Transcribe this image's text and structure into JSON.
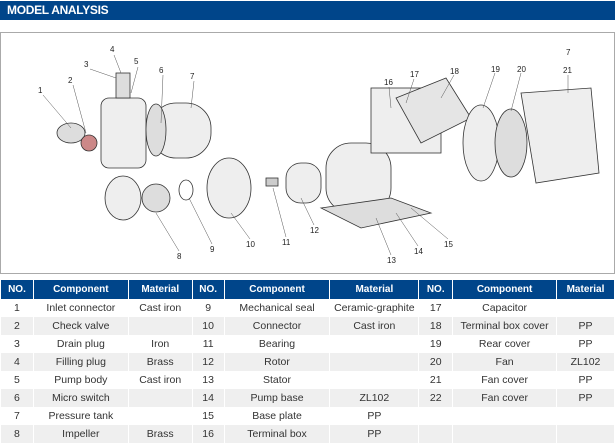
{
  "header": {
    "title": "MODEL ANALYSIS"
  },
  "diagram": {
    "labels": [
      "1",
      "2",
      "3",
      "4",
      "5",
      "6",
      "7",
      "8",
      "9",
      "10",
      "11",
      "12",
      "13",
      "14",
      "15",
      "16",
      "17",
      "18",
      "19",
      "20",
      "21",
      "7"
    ]
  },
  "table": {
    "headers": [
      "NO.",
      "Component",
      "Material",
      "NO.",
      "Component",
      "Material",
      "NO.",
      "Component",
      "Material"
    ],
    "rows": [
      [
        "1",
        "Inlet connector",
        "Cast iron",
        "9",
        "Mechanical seal",
        "Ceramic-graphite",
        "17",
        "Capacitor",
        ""
      ],
      [
        "2",
        "Check valve",
        "",
        "10",
        "Connector",
        "Cast iron",
        "18",
        "Terminal box cover",
        "PP"
      ],
      [
        "3",
        "Drain plug",
        "Iron",
        "11",
        "Bearing",
        "",
        "19",
        "Rear cover",
        "PP"
      ],
      [
        "4",
        "Filling plug",
        "Brass",
        "12",
        "Rotor",
        "",
        "20",
        "Fan",
        "ZL102"
      ],
      [
        "5",
        "Pump body",
        "Cast iron",
        "13",
        "Stator",
        "",
        "21",
        "Fan cover",
        "PP"
      ],
      [
        "6",
        "Micro switch",
        "",
        "14",
        "Pump base",
        "ZL102",
        "22",
        "Fan cover",
        "PP"
      ],
      [
        "7",
        "Pressure tank",
        "",
        "15",
        "Base plate",
        "PP",
        "",
        "",
        " "
      ],
      [
        "8",
        "Impeller",
        "Brass",
        "16",
        "Terminal box",
        "PP",
        "",
        "",
        ""
      ]
    ]
  }
}
